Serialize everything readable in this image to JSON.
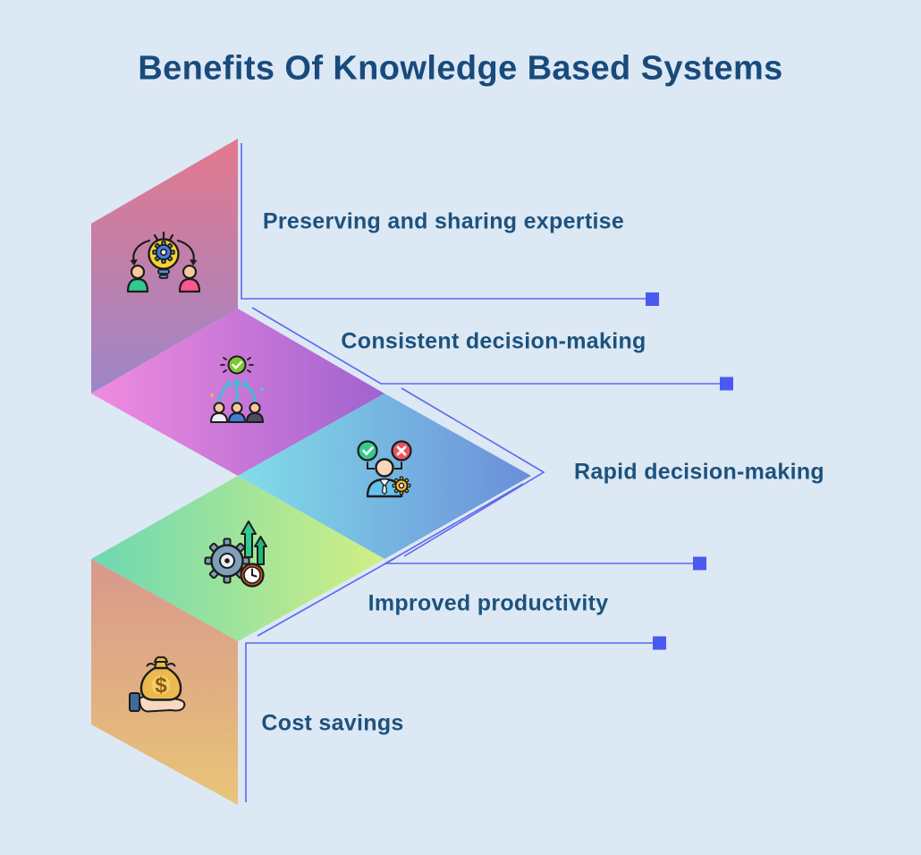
{
  "title": "Benefits Of Knowledge Based Systems",
  "benefits": [
    {
      "id": 1,
      "label": "Preserving and sharing expertise",
      "icon": "shared-idea-lightbulb-icon",
      "gradient": [
        "#e3798d",
        "#9c86c8"
      ]
    },
    {
      "id": 2,
      "label": "Consistent decision-making",
      "icon": "team-approved-paths-icon",
      "gradient": [
        "#f18ce0",
        "#a062cf"
      ]
    },
    {
      "id": 3,
      "label": "Rapid decision-making",
      "icon": "approve-reject-decision-icon",
      "gradient": [
        "#82dde9",
        "#6a8ed9"
      ]
    },
    {
      "id": 4,
      "label": "Improved productivity",
      "icon": "gear-growth-clock-icon",
      "gradient": [
        "#6cd8b2",
        "#d2ef84"
      ]
    },
    {
      "id": 5,
      "label": "Cost savings",
      "icon": "hand-money-bag-icon",
      "gradient": [
        "#d8988c",
        "#e9c478"
      ]
    }
  ],
  "style": {
    "background_color": "#dce8f4",
    "title_color": "#184a7c",
    "label_color": "#1d527e",
    "connector_color": "#5a68ee",
    "marker_color": "#4a5af0"
  }
}
